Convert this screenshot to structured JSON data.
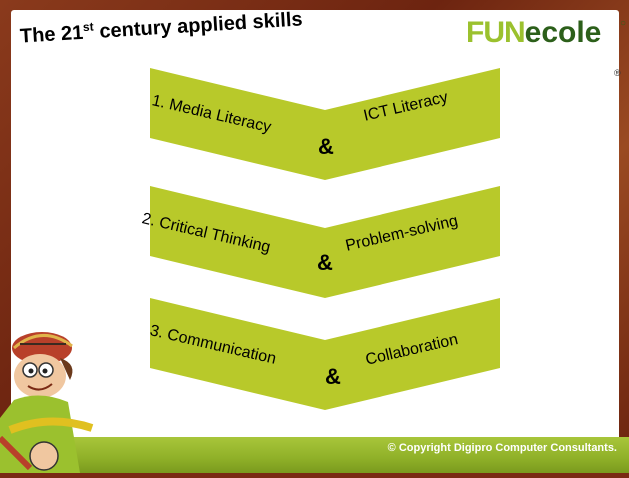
{
  "slide": {
    "title_main": "The 21",
    "title_sup": "st",
    "title_rest": " century applied skills",
    "logo_fun": "FUN",
    "logo_ecole": "ecole",
    "copyright": "© Copyright Digipro Computer Consultants."
  },
  "skills": [
    {
      "left": "1. Media Literacy",
      "amp": "&",
      "right": "ICT Literacy"
    },
    {
      "left": "2. Critical Thinking",
      "amp": "&",
      "right": "Problem-solving"
    },
    {
      "left": "3. Communication",
      "amp": "&",
      "right": "Collaboration"
    }
  ],
  "colors": {
    "chevron": "#b8c92a",
    "frame": "#7a2a14",
    "stripe": "#9ab82e",
    "logo_green_light": "#9bc12e",
    "logo_green_dark": "#2c5f1a"
  }
}
